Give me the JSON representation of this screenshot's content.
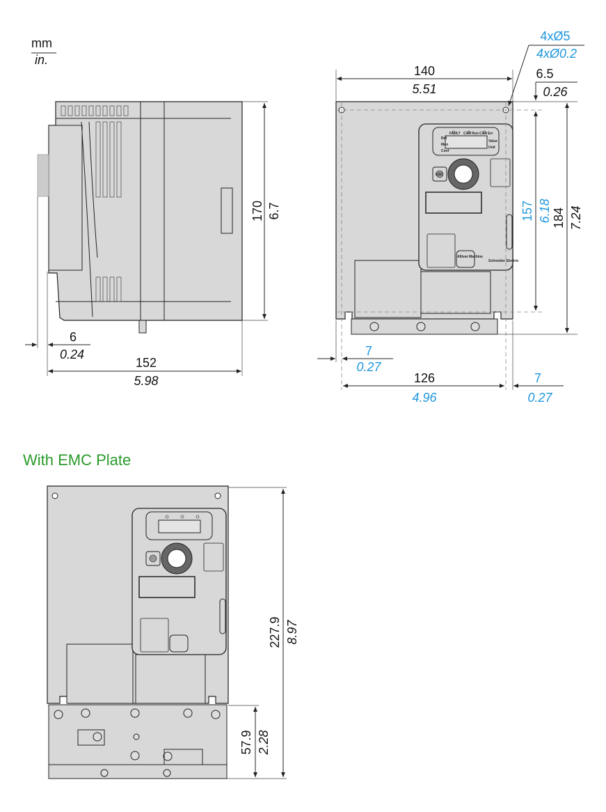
{
  "units": {
    "primary": "mm",
    "secondary": "in."
  },
  "side_view": {
    "height": {
      "mm": "170",
      "in": "6.7"
    },
    "offset": {
      "mm": "6",
      "in": "0.24"
    },
    "depth": {
      "mm": "152",
      "in": "5.98"
    }
  },
  "front_view": {
    "holes": {
      "mm": "4xØ5",
      "in": "4xØ0.2"
    },
    "width": {
      "mm": "140",
      "in": "5.51"
    },
    "top_offset": {
      "mm": "6.5",
      "in": "0.26"
    },
    "hole_spacing_v": {
      "mm": "157",
      "in": "6.18"
    },
    "overall_height": {
      "mm": "184",
      "in": "7.24"
    },
    "left_offset": {
      "mm": "7",
      "in": "0.27"
    },
    "hole_spacing_h": {
      "mm": "126",
      "in": "4.96"
    },
    "right_offset": {
      "mm": "7",
      "in": "0.27"
    }
  },
  "emc_view": {
    "title": "With EMC Plate",
    "overall_height": {
      "mm": "227.9",
      "in": "8.97"
    },
    "plate_height": {
      "mm": "57.9",
      "in": "2.28"
    }
  },
  "keypad": {
    "leds": [
      "FAULT",
      "CAN Run",
      "CAN Err"
    ],
    "left_labels": [
      "Ref",
      "Mon",
      "Conf"
    ],
    "right_labels": [
      "Value",
      "Unit"
    ],
    "esc": "ESC",
    "brand_badge": "Altivar Machine",
    "brand": "Schneider Electric"
  },
  "colors": {
    "metric_highlight": "#1e96dc",
    "title": "#2a9a2a",
    "housing": "#d8d8d8"
  }
}
